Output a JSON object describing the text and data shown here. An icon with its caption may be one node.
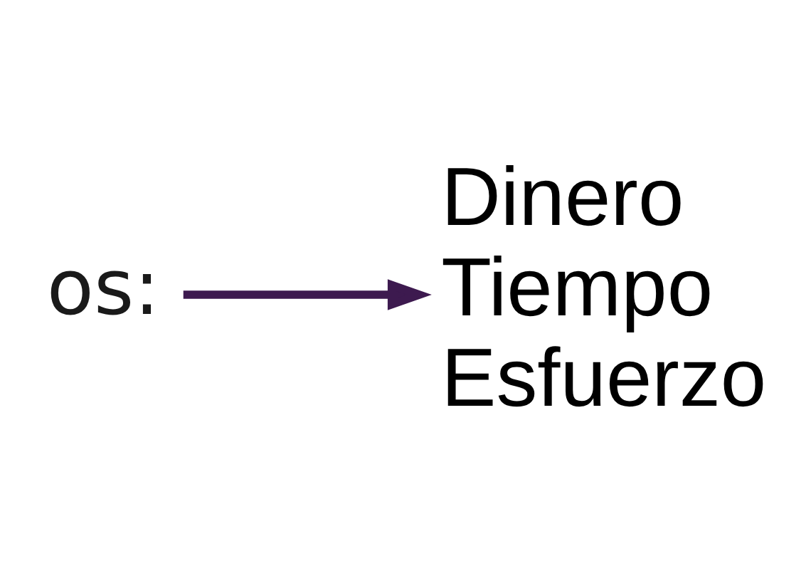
{
  "diagram": {
    "nodes": [
      {
        "text": [
          "os:"
        ]
      },
      {
        "text": [
          "Dinero",
          "Tiempo",
          "Esfuerzo"
        ]
      }
    ],
    "edges": [
      {
        "from": 0,
        "to": 1,
        "arrow": "to",
        "color": "#3d1a4f"
      }
    ]
  }
}
